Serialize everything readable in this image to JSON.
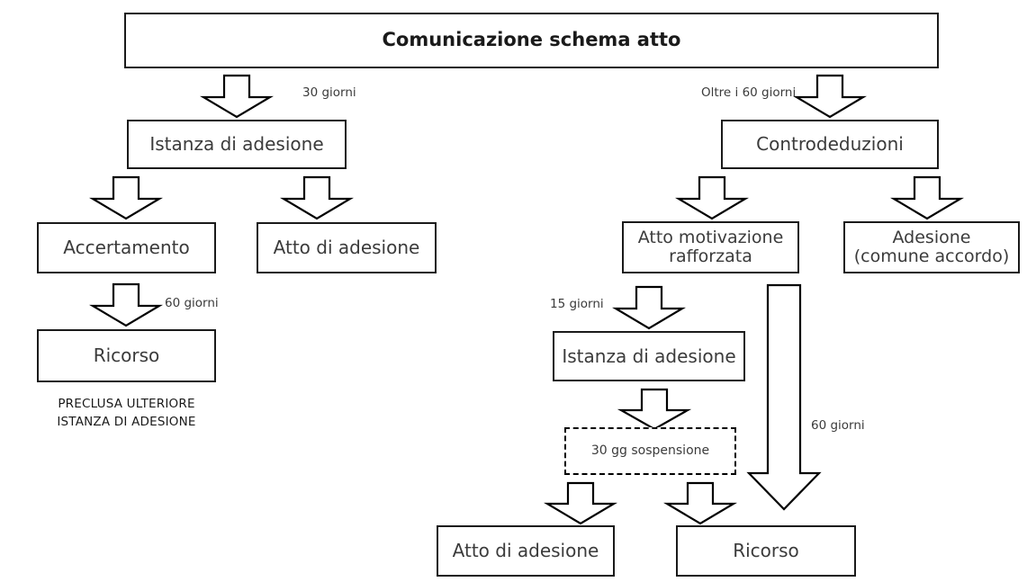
{
  "diagram": {
    "title": "Comunicazione schema atto",
    "nodes": {
      "root": "Comunicazione schema atto",
      "istanza_sx": "Istanza di adesione",
      "controdeduzioni": "Controdeduzioni",
      "accertamento": "Accertamento",
      "atto_adesione_sx": "Atto di adesione",
      "atto_motivazione_l1": "Atto motivazione",
      "atto_motivazione_l2": "rafforzata",
      "adesione_l1": "Adesione",
      "adesione_l2": "(comune accordo)",
      "ricorso_sx": "Ricorso",
      "istanza_dx": "Istanza di adesione",
      "sospensione": "30 gg sospensione",
      "atto_adesione_dx": "Atto di adesione",
      "ricorso_dx": "Ricorso"
    },
    "edge_labels": {
      "trenta_giorni": "30 giorni",
      "oltre_sessanta": "Oltre i 60 giorni",
      "sessanta_giorni_sx": "60 giorni",
      "quindici_giorni": "15 giorni",
      "sessanta_giorni_dx": "60 giorni"
    },
    "notes": {
      "preclusa_l1": "PRECLUSA  ULTERIORE",
      "preclusa_l2": "ISTANZA DI ADESIONE"
    },
    "colors": {
      "stroke": "#1a1a1a",
      "text": "#3b3b3b",
      "background": "#ffffff"
    }
  }
}
